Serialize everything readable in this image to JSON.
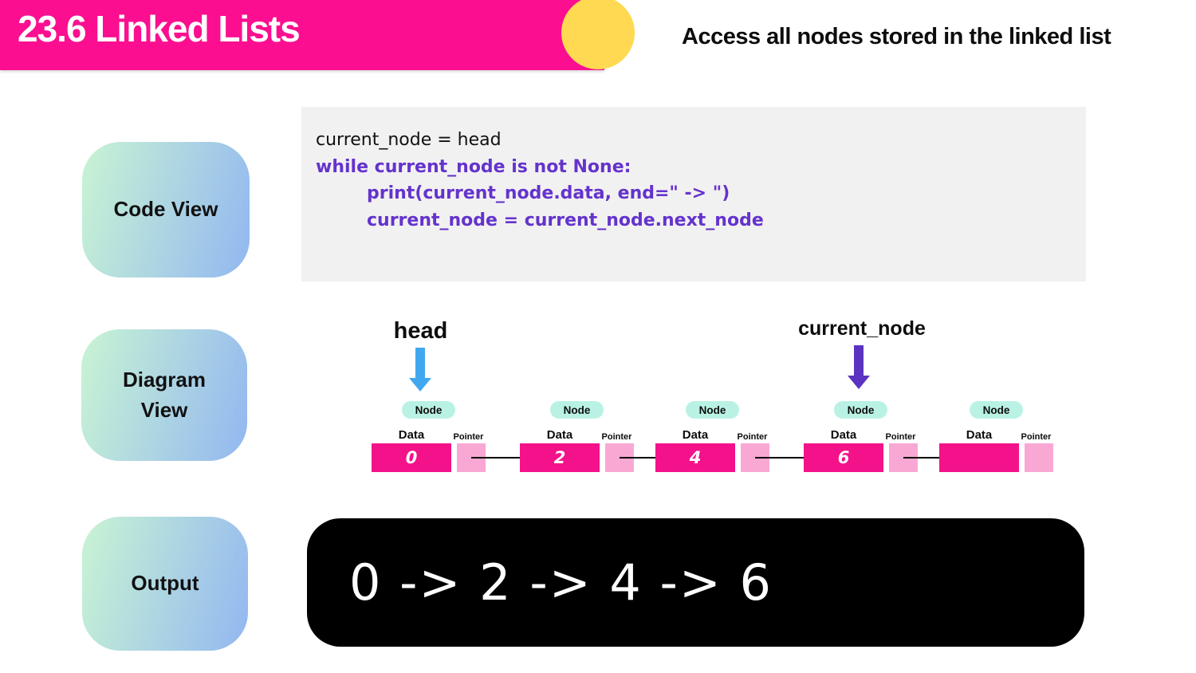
{
  "header": {
    "title": "23.6 Linked Lists",
    "subtitle": "Access all nodes stored in the linked list",
    "bar_color": "#fb0f90",
    "circle_color": "#ffd951"
  },
  "sidebar": {
    "code_view_label": "Code View",
    "diagram_view_label": "Diagram View",
    "output_label": "Output",
    "gradient_start": "#c9f4d3",
    "gradient_end": "#92b7f1"
  },
  "code": {
    "background": "#f2f1f1",
    "accent_color": "#6433cd",
    "lines": [
      {
        "text": "current_node = head",
        "style": "plain",
        "indent": 0
      },
      {
        "text": "while current_node is not None:",
        "style": "keyword",
        "indent": 0
      },
      {
        "text": "print(current_node.data, end=\" -> \")",
        "style": "keyword",
        "indent": 1
      },
      {
        "text": "current_node = current_node.next_node",
        "style": "keyword",
        "indent": 1
      }
    ]
  },
  "diagram": {
    "head_pointer_label": "head",
    "current_node_pointer_label": "current_node",
    "head_arrow_color": "#41a8f0",
    "current_node_arrow_color": "#5b33c0",
    "node_badge_label": "Node",
    "data_label": "Data",
    "pointer_label": "Pointer",
    "node_badge_color": "#b9f2e4",
    "data_box_color": "#f3128a",
    "pointer_box_color": "#f9a8d4",
    "nodes": [
      {
        "value": "0"
      },
      {
        "value": "2"
      },
      {
        "value": "4"
      },
      {
        "value": "6"
      },
      {
        "value": ""
      }
    ]
  },
  "output": {
    "text": "0 -> 2 -> 4 -> 6"
  }
}
